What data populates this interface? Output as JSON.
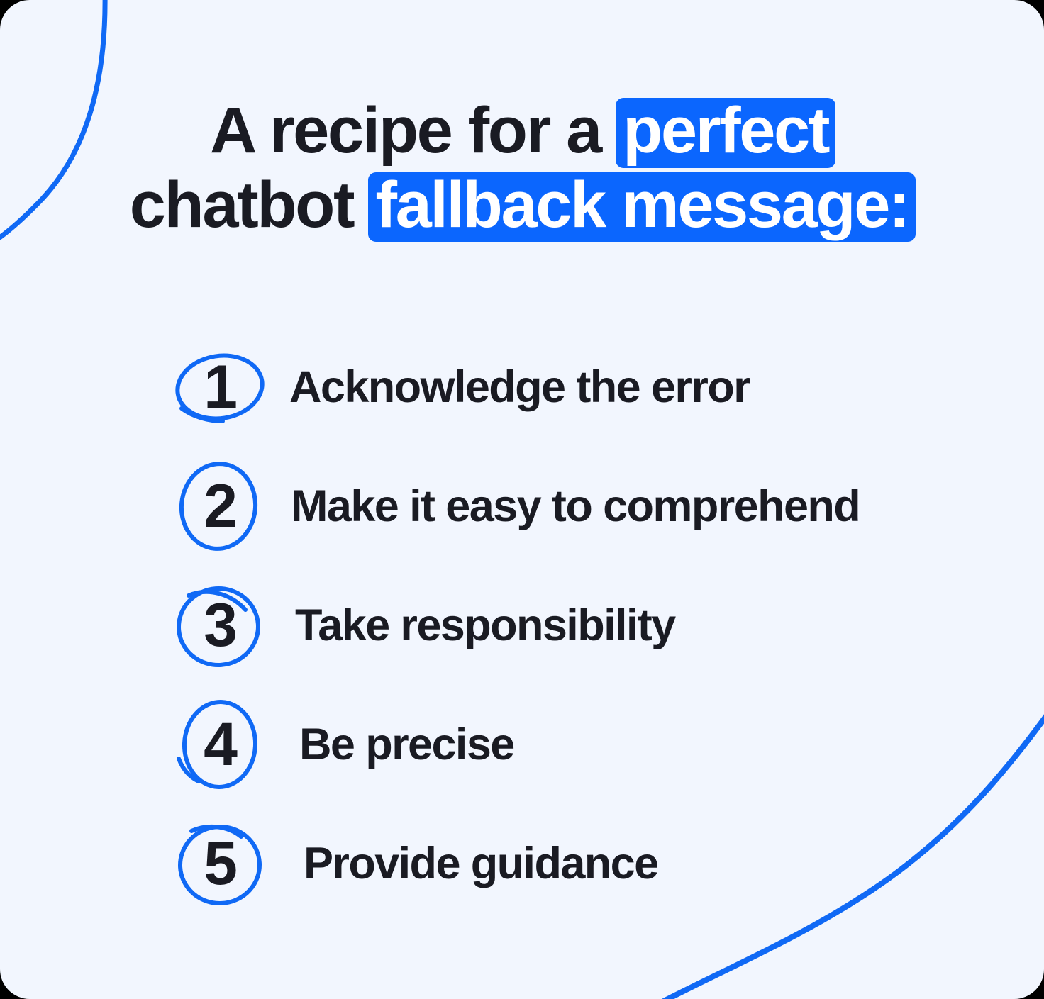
{
  "colors": {
    "background": "#F2F6FE",
    "accent_blue": "#0B66FE",
    "text_dark": "#1A1B23",
    "highlight_text": "#FFFFFF",
    "outside": "#000000"
  },
  "title": {
    "line1_plain": "A recipe for a ",
    "line1_highlight": "perfect",
    "line2_plain": "chatbot ",
    "line2_highlight": "fallback message:",
    "full_text": "A recipe for a perfect chatbot fallback message:"
  },
  "list": {
    "items": [
      {
        "number": "1",
        "label": "Acknowledge the error"
      },
      {
        "number": "2",
        "label": "Make it easy to comprehend"
      },
      {
        "number": "3",
        "label": "Take responsibility"
      },
      {
        "number": "4",
        "label": "Be precise"
      },
      {
        "number": "5",
        "label": "Provide guidance"
      }
    ]
  },
  "decoration": {
    "top_left_curve": "blue-swoosh-icon",
    "bottom_right_curve": "blue-swoosh-icon",
    "number_circles": "hand-drawn-ellipse-icon"
  }
}
